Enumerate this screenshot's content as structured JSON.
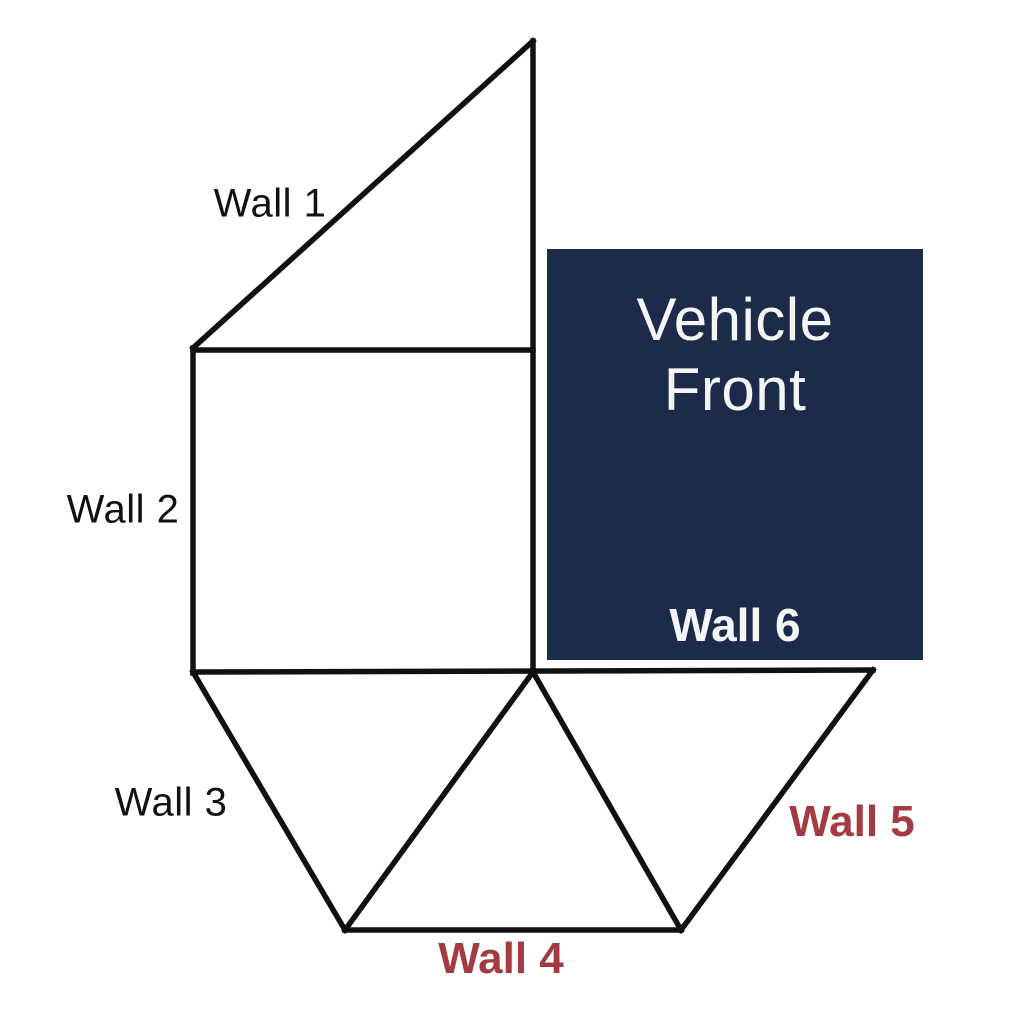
{
  "colors": {
    "background": "#ffffff",
    "line": "#111111",
    "navy": "#1d2b4a",
    "red": "#a43b42",
    "panel_text": "#f4f5f7"
  },
  "panel": {
    "title_line1": "Vehicle",
    "title_line2": "Front",
    "wall_label": "Wall 6"
  },
  "wall_labels": {
    "wall1": "Wall 1",
    "wall2": "Wall 2",
    "wall3": "Wall 3",
    "wall4": "Wall 4",
    "wall5": "Wall 5"
  }
}
